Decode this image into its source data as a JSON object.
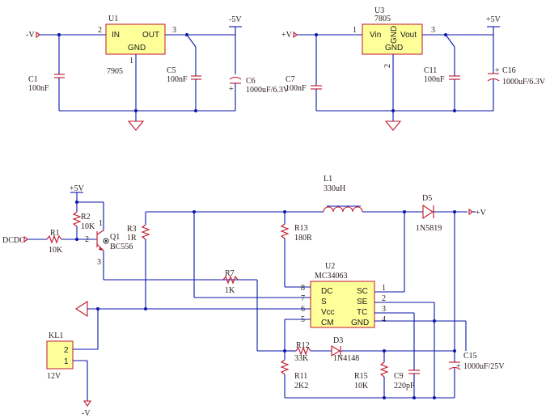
{
  "nets": {
    "neg5_in": "-V",
    "neg5_out": "-5V",
    "pos_in": "+V",
    "pos5_out": "+5V",
    "pos5_q": "+5V",
    "dcdc": "DCDC",
    "pos_out": "+V",
    "neg_bottom": "-V"
  },
  "u1": {
    "ref": "U1",
    "part": "7905",
    "in": "IN",
    "out": "OUT",
    "gnd": "GND",
    "pin_in": "2",
    "pin_out": "3",
    "pin_gnd": "1"
  },
  "u3": {
    "ref": "U3",
    "part": "7805",
    "vin": "Vin",
    "vout": "Vout",
    "gnd": "GND",
    "gnd_side": "GND",
    "pin_in": "1",
    "pin_out": "3",
    "pin_gnd": "2"
  },
  "caps": {
    "c1_ref": "C1",
    "c1_val": "100nF",
    "c5_ref": "C5",
    "c5_val": "100nF",
    "c6_ref": "C6",
    "c6_val": "1000uF/6.3V",
    "c7_ref": "C7",
    "c7_val": "100nF",
    "c11_ref": "C11",
    "c11_val": "100nF",
    "c16_ref": "C16",
    "c16_val": "1000uF/6.3V",
    "c9_ref": "C9",
    "c9_val": "220pF",
    "c15_ref": "C15",
    "c15_val": "1000uF/25V",
    "plus": "+"
  },
  "res": {
    "r1_ref": "R1",
    "r1_val": "10K",
    "r2_ref": "R2",
    "r2_val": "10K",
    "r3_ref": "R3",
    "r3_val": "1R",
    "r7_ref": "R7",
    "r7_val": "1K",
    "r11_ref": "R11",
    "r11_val": "2K2",
    "r12_ref": "R12",
    "r12_val": "33K",
    "r13_ref": "R13",
    "r13_val": "180R",
    "r15_ref": "R15",
    "r15_val": "10K"
  },
  "q1": {
    "ref": "Q1",
    "part": "BC556",
    "pin1": "1",
    "pin2": "2",
    "pin3": "3"
  },
  "l1": {
    "ref": "L1",
    "val": "330uH"
  },
  "d5": {
    "ref": "D5",
    "part": "1N5819"
  },
  "d3": {
    "ref": "D3",
    "part": "1N4148"
  },
  "u2": {
    "ref": "U2",
    "part": "MC34063",
    "dc": "DC",
    "s": "S",
    "vcc": "Vcc",
    "cm": "CM",
    "sc": "SC",
    "se": "SE",
    "tc": "TC",
    "gnd": "GND",
    "p8": "8",
    "p7": "7",
    "p6": "6",
    "p5": "5",
    "p1": "1",
    "p2": "2",
    "p3": "3",
    "p4": "4"
  },
  "kl1": {
    "ref": "KL1",
    "val": "12V",
    "p2": "2",
    "p1": "1"
  }
}
